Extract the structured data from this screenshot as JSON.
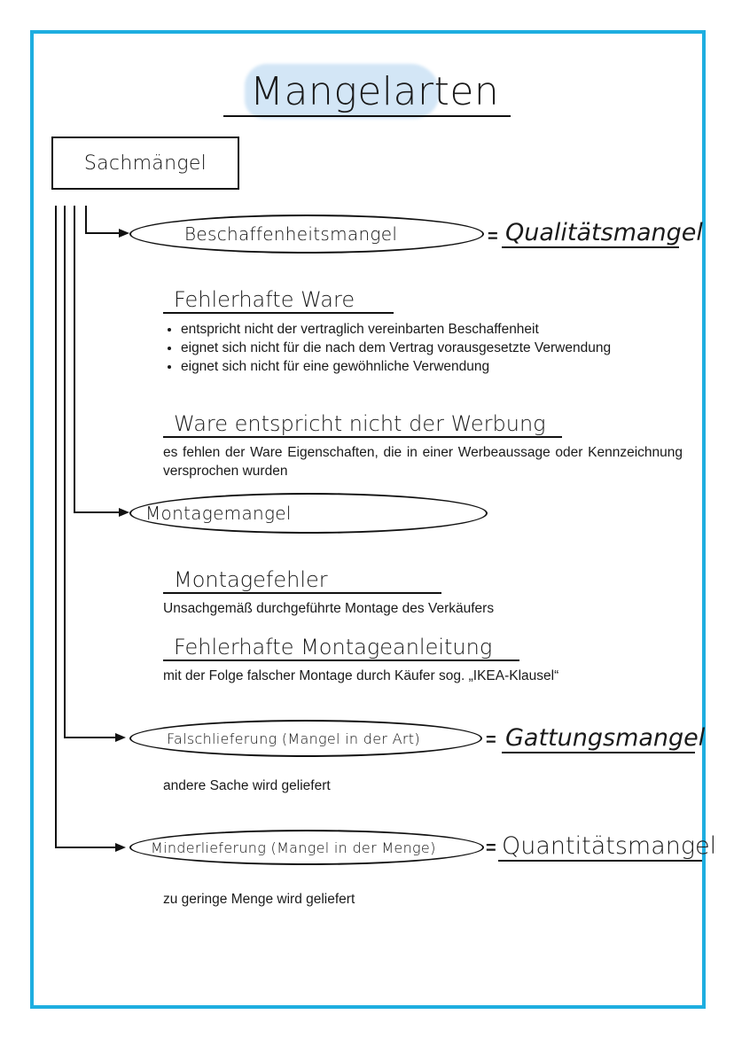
{
  "page": {
    "frame_color": "#1eaee0",
    "title_highlight_color": "#d3e6f6",
    "title": "Mangelarten"
  },
  "root": {
    "label": "Sachmängel"
  },
  "branches": [
    {
      "label": "Beschaffenheitsmangel",
      "equals": "=",
      "synonym": "Qualitätsmangel",
      "subsections": [
        {
          "heading": "Fehlerhafte Ware",
          "bullets": [
            "entspricht nicht der vertraglich vereinbarten Beschaffenheit",
            "eignet sich nicht für die nach dem Vertrag vorausgesetzte Verwendung",
            "eignet sich nicht für eine gewöhnliche Verwendung"
          ]
        },
        {
          "heading": "Ware entspricht nicht der Werbung",
          "text": "es fehlen der Ware Eigenschaften, die in einer Werbeaussage oder Kennzeichnung versprochen wurden"
        }
      ]
    },
    {
      "label": "Montagemangel",
      "subsections": [
        {
          "heading": "Montagefehler",
          "text": "Unsachgemäß durchgeführte Montage des Verkäufers"
        },
        {
          "heading": "Fehlerhafte Montageanleitung",
          "text": "mit der Folge falscher Montage durch Käufer sog. „IKEA-Klausel“"
        }
      ]
    },
    {
      "label": "Falschlieferung (Mangel in der Art)",
      "equals": "=",
      "synonym": "Gattungsmangel",
      "text": "andere Sache wird geliefert"
    },
    {
      "label": "Minderlieferung (Mangel in der Menge)",
      "equals": "=",
      "synonym": "Quantitätsmangel",
      "text": "zu geringe Menge wird geliefert"
    }
  ]
}
